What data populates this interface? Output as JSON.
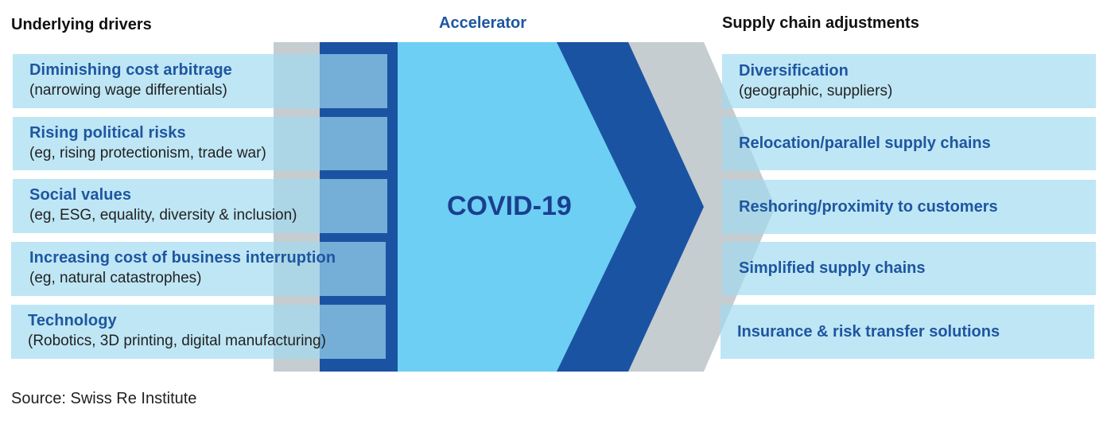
{
  "headers": {
    "left": "Underlying drivers",
    "center": "Accelerator",
    "right": "Supply chain adjustments"
  },
  "drivers": [
    {
      "title": "Diminishing cost arbitrage",
      "subtitle": "(narrowing wage differentials)"
    },
    {
      "title": "Rising political risks",
      "subtitle": "(eg, rising protectionism, trade war)"
    },
    {
      "title": "Social values",
      "subtitle": "(eg, ESG, equality, diversity & inclusion)"
    },
    {
      "title": "Increasing cost of business interruption",
      "subtitle": "(eg, natural catastrophes)"
    },
    {
      "title": "Technology",
      "subtitle": "(Robotics, 3D printing, digital manufacturing)"
    }
  ],
  "accelerator": {
    "label": "COVID-19"
  },
  "adjustments": [
    {
      "title": "Diversification",
      "subtitle": "(geographic, suppliers)"
    },
    {
      "title": "Relocation/parallel supply chains",
      "subtitle": ""
    },
    {
      "title": "Reshoring/proximity to customers",
      "subtitle": ""
    },
    {
      "title": "Simplified supply chains",
      "subtitle": ""
    },
    {
      "title": "Insurance & risk transfer solutions",
      "subtitle": ""
    }
  ],
  "source": "Source: Swiss Re Institute",
  "colors": {
    "light_cyan": "#6dcff3",
    "dark_blue": "#1b53a3",
    "gray": "#c5cdd1",
    "box_fill": "#a0daf0",
    "title_blue": "#1e56a0",
    "covid_text": "#1a3f8f"
  }
}
